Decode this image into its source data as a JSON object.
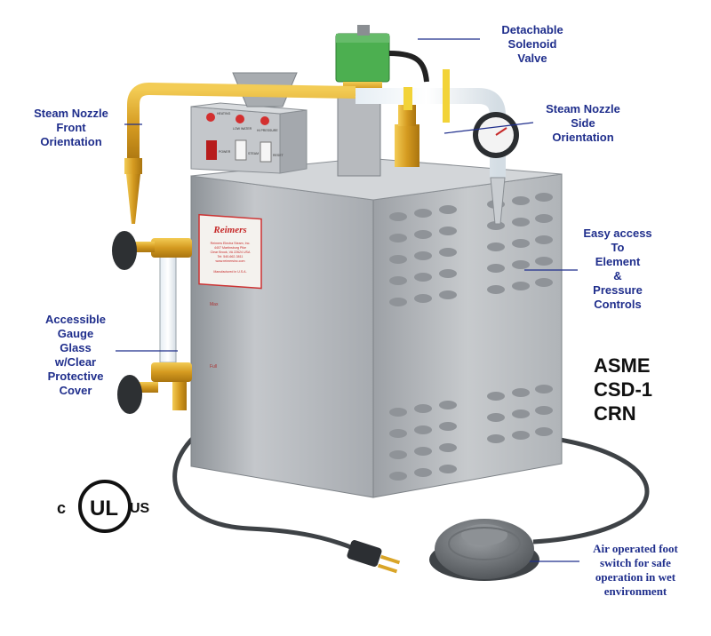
{
  "callouts": {
    "steam_front": "Steam Nozzle\nFront\nOrientation",
    "solenoid": "Detachable\nSolenoid\nValve",
    "steam_side": "Steam Nozzle\nSide\nOrientation",
    "easy_access": "Easy access\nTo\nElement\n&\nPressure\nControls",
    "gauge_glass": "Accessible\nGauge\nGlass\nw/Clear\nProtective\nCover",
    "foot_switch": "Air operated foot\nswitch for safe\noperation in wet\nenvironment"
  },
  "certifications": [
    "ASME",
    "CSD-1",
    "CRN"
  ],
  "ul_mark": {
    "left": "c",
    "center": "UL",
    "right": "US"
  },
  "nameplate": {
    "brand": "Reimers",
    "lines": [
      "Reimers Electra Steam, Inc.",
      "4407 Martinsburg Pike",
      "Clear Brook, VA 22624 USA",
      "Tel: 540-662-3811",
      "www.reimersinc.com"
    ],
    "footer": "Manufactured in U.S.A."
  },
  "panel_labels": [
    "HEATING",
    "LOW WATER",
    "HI PRESSURE",
    "POWER",
    "STEAM",
    "RESET"
  ],
  "gauge_marks": [
    "Max",
    "Full"
  ],
  "colors": {
    "callout_text": "#1f2e8c",
    "cabinet": "#b9bcc0",
    "brass": "#d9a528",
    "solenoid": "#4caf50"
  }
}
